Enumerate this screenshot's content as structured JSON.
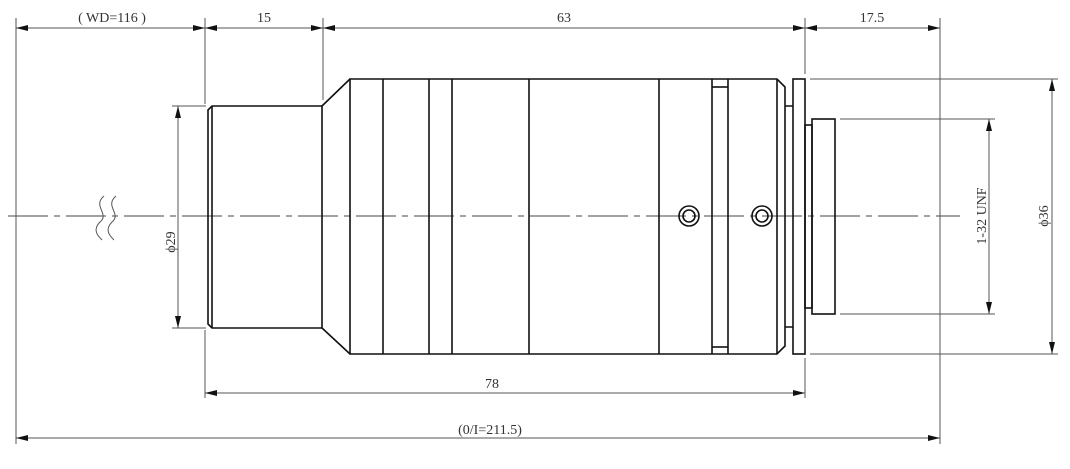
{
  "drawing": {
    "subject": "lens",
    "dimensions": {
      "working_distance": "( WD=116 )",
      "front_length": "15",
      "body_length": "63",
      "rear_length": "17.5",
      "total_length": "78",
      "object_to_image": "(0/I=211.5)",
      "front_diameter": "ϕ29",
      "body_diameter": "ϕ36",
      "thread": "1-32 UNF"
    }
  }
}
